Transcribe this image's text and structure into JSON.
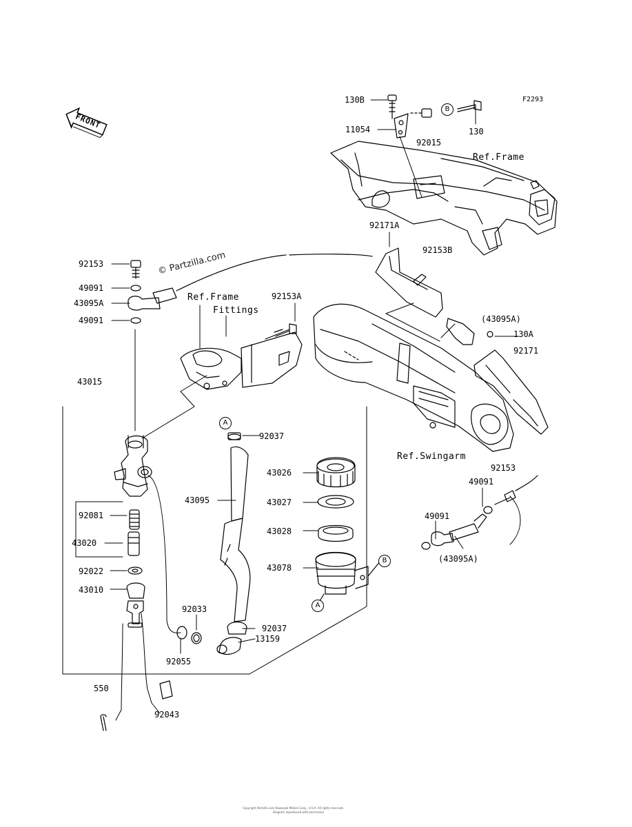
{
  "figure_code": "F2293",
  "front_arrow_label": "FRONT",
  "watermark": "© Partzilla.com",
  "refs": {
    "frame_top": "Ref.Frame",
    "frame_fittings_1": "Ref.Frame",
    "frame_fittings_2": "Fittings",
    "swingarm": "Ref.Swingarm"
  },
  "callouts": {
    "A": "A",
    "B": "B"
  },
  "parts": {
    "p130B": "130B",
    "p11054": "11054",
    "p130": "130",
    "p92015": "92015",
    "p92171A": "92171A",
    "p92153B": "92153B",
    "p92153_top": "92153",
    "p49091_a": "49091",
    "p43095A": "43095A",
    "p49091_b": "49091",
    "p92153A": "92153A",
    "p43095A_paren_1": "(43095A)",
    "p130A": "130A",
    "p92171": "92171",
    "p43015": "43015",
    "p92037_a": "92037",
    "p43026": "43026",
    "p43095": "43095",
    "p43027": "43027",
    "p43028": "43028",
    "p43078": "43078",
    "p92153_right": "92153",
    "p49091_c": "49091",
    "p49091_d": "49091",
    "p43095A_paren_2": "(43095A)",
    "p92081": "92081",
    "p43020": "43020",
    "p92022": "92022",
    "p43010": "43010",
    "p92033": "92033",
    "p92037_b": "92037",
    "p13159": "13159",
    "p92055": "92055",
    "p550": "550",
    "p92043": "92043"
  },
  "footer_line_1": "Copyright Partzilla.com Kawasaki Motors Corp., U.S.A. All rights reserved.",
  "footer_line_2": "Diagram reproduced with permission"
}
